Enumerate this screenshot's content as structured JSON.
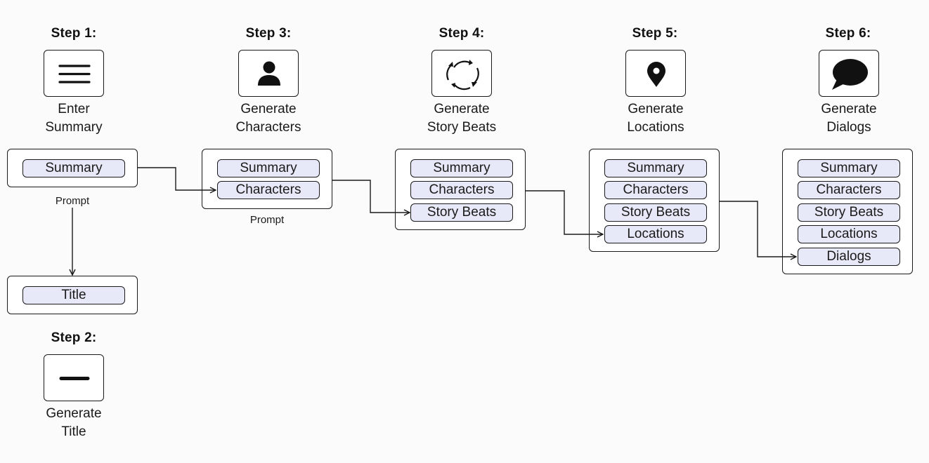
{
  "steps": [
    {
      "title": "Step 1:",
      "label_line1": "Enter",
      "label_line2": "Summary",
      "icon": "hamburger-menu-icon"
    },
    {
      "title": "Step 2:",
      "label_line1": "Generate",
      "label_line2": "Title",
      "icon": "dash-icon"
    },
    {
      "title": "Step 3:",
      "label_line1": "Generate",
      "label_line2": "Characters",
      "icon": "person-icon"
    },
    {
      "title": "Step 4:",
      "label_line1": "Generate",
      "label_line2": "Story Beats",
      "icon": "cycle-arrows-icon"
    },
    {
      "title": "Step 5:",
      "label_line1": "Generate",
      "label_line2": "Locations",
      "icon": "location-pin-icon"
    },
    {
      "title": "Step 6:",
      "label_line1": "Generate",
      "label_line2": "Dialogs",
      "icon": "speech-bubble-icon"
    }
  ],
  "groups": {
    "step1": [
      "Summary"
    ],
    "title": [
      "Title"
    ],
    "step3": [
      "Summary",
      "Characters"
    ],
    "step4": [
      "Summary",
      "Characters",
      "Story Beats"
    ],
    "step5": [
      "Summary",
      "Characters",
      "Story Beats",
      "Locations"
    ],
    "step6": [
      "Summary",
      "Characters",
      "Story Beats",
      "Locations",
      "Dialogs"
    ]
  },
  "captions": {
    "step1_prompt": "Prompt",
    "step3_prompt": "Prompt"
  },
  "colors": {
    "pill_fill": "#e8e9f8",
    "stroke": "#1a1a1a",
    "background": "#fbfbfb"
  }
}
